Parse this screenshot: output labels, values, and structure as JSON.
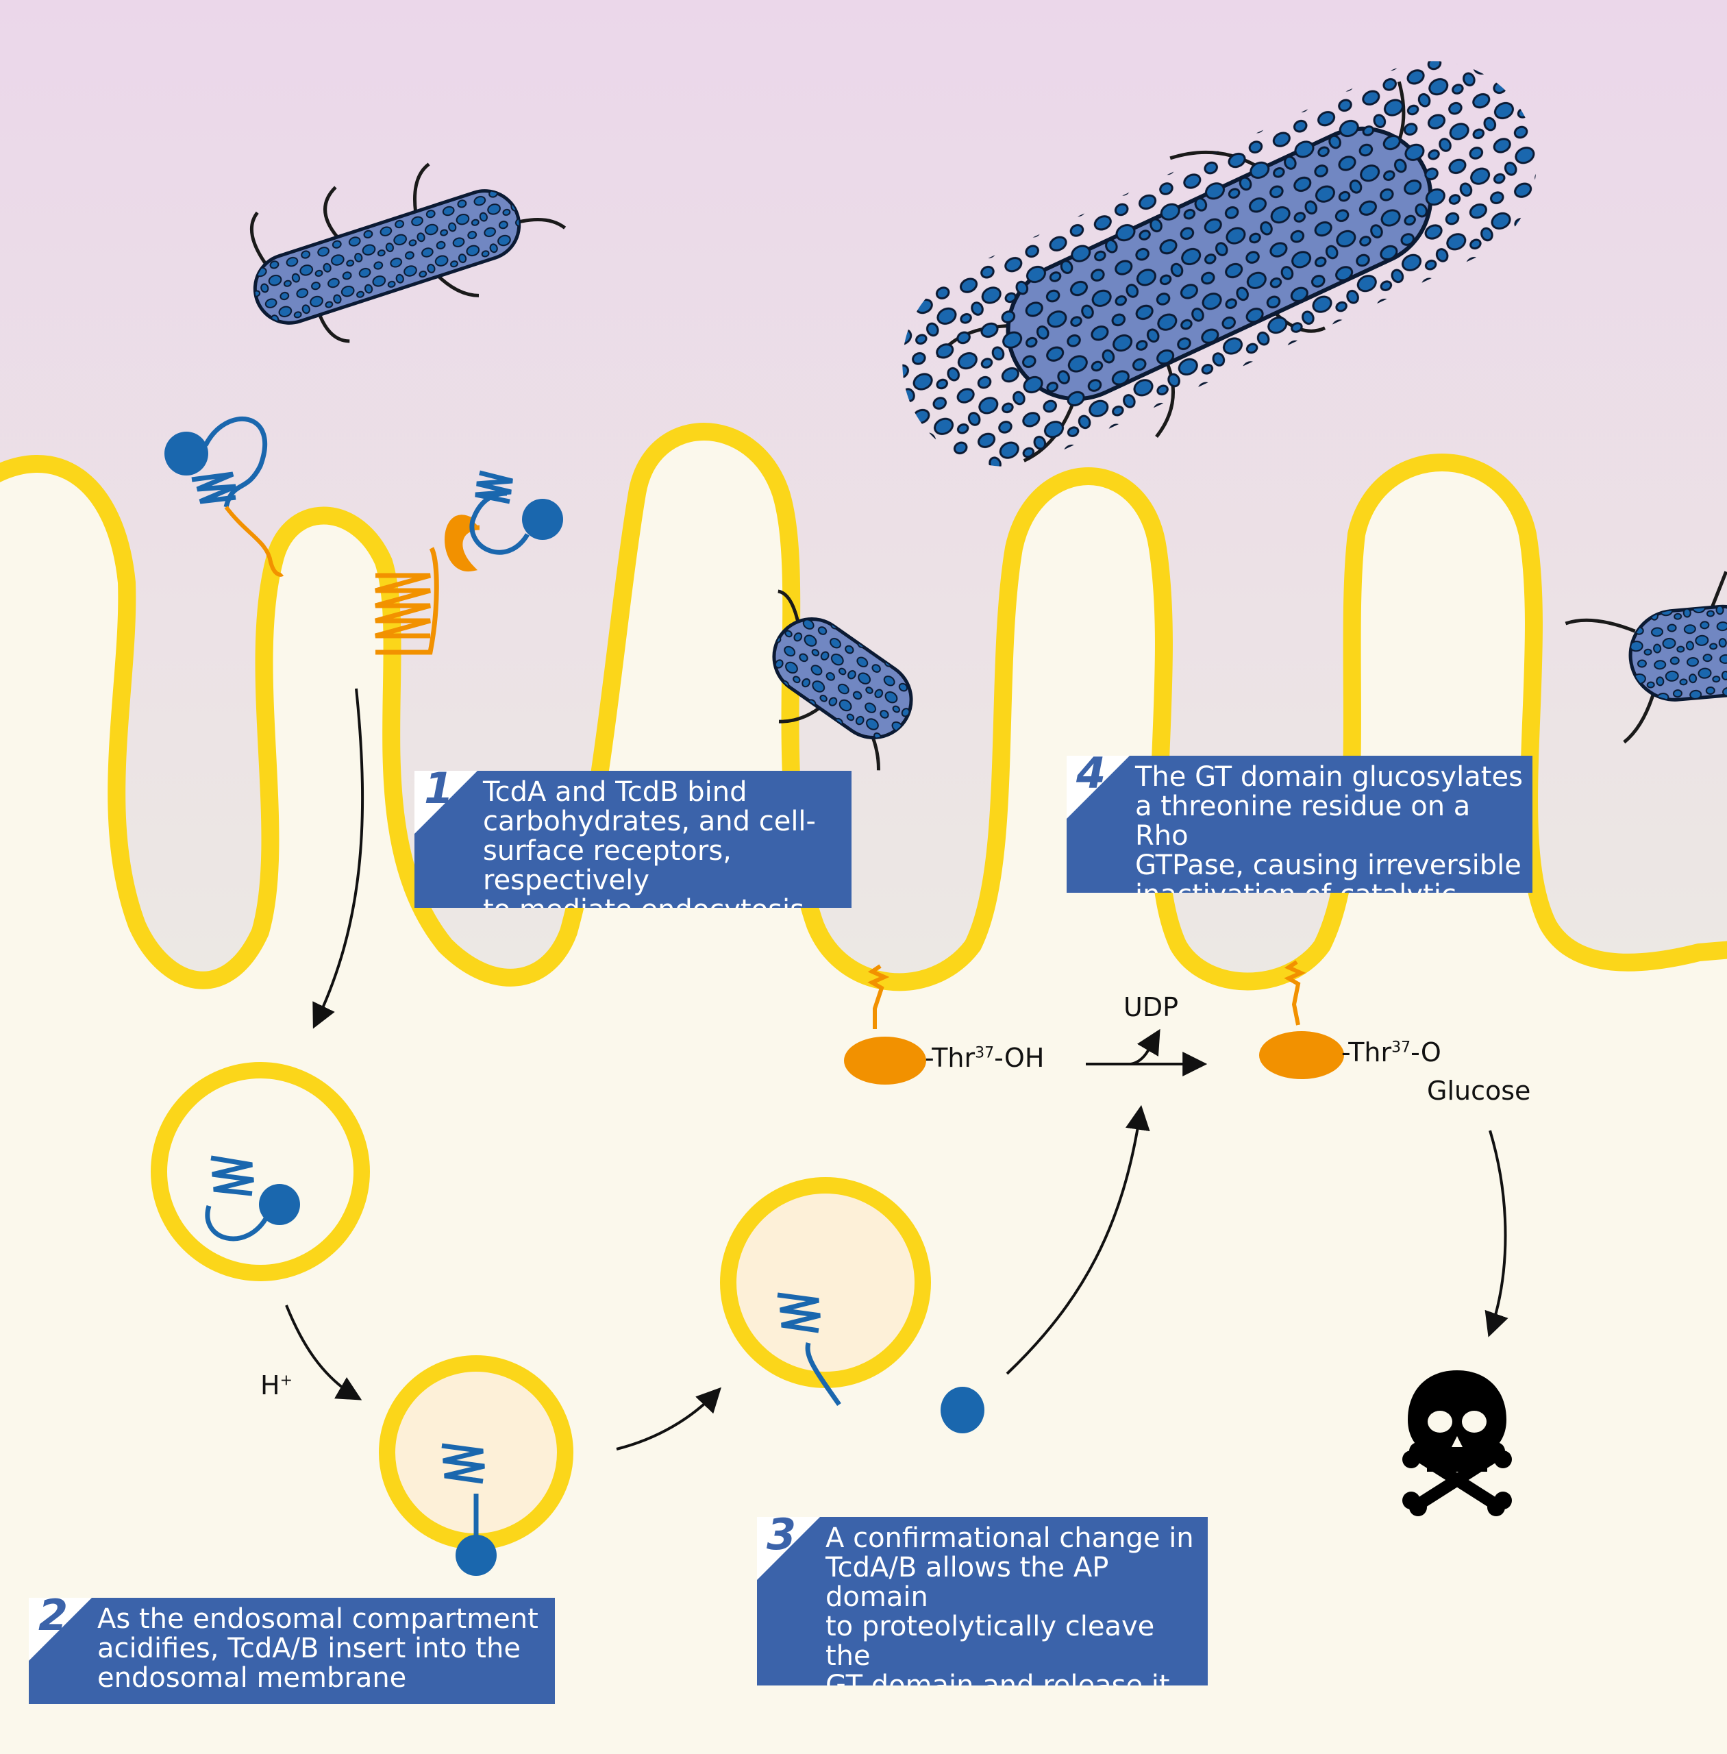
{
  "steps": [
    {
      "number": "1",
      "text": "TcdA and TcdB bind\ncarbohydrates, and cell-\nsurface receptors, respectively\nto mediate endocytosis"
    },
    {
      "number": "2",
      "text": "As the endosomal compartment\nacidifies, TcdA/B insert into the\nendosomal membrane"
    },
    {
      "number": "3",
      "text": "A confirmational change in\nTcdA/B allows the AP domain\nto proteolytically cleave the\nGT domain and release it into\nthe cytosol"
    },
    {
      "number": "4",
      "text": "The GT domain glucosylates\na threonine residue on a Rho\nGTPase, causing irreversible\ninactivation of catalytic activity"
    }
  ],
  "labels": {
    "proton": "H",
    "proton_charge": "+",
    "udp": "UDP",
    "thr_base": "-Thr",
    "thr_superscript": "37",
    "thr_oh_suffix": "-OH",
    "thr_o_suffix": "-O",
    "glucose": "Glucose"
  },
  "colors": {
    "membrane": "#fbd61a",
    "cytosol": "#fbf8ec",
    "extracellular_top": "#ebd7ea",
    "extracellular_bottom": "#ece9e3",
    "bacterium_body": "#7187c2",
    "bacterium_spots": "#1a67ae",
    "toxin_blue": "#1a67ae",
    "receptor_orange": "#f29100",
    "box_blue": "#3b63aa"
  },
  "icons": [
    "bacterium-icon",
    "toxin-icon",
    "receptor-icon",
    "rho-gtpase-icon",
    "skull-crossbones-icon"
  ]
}
